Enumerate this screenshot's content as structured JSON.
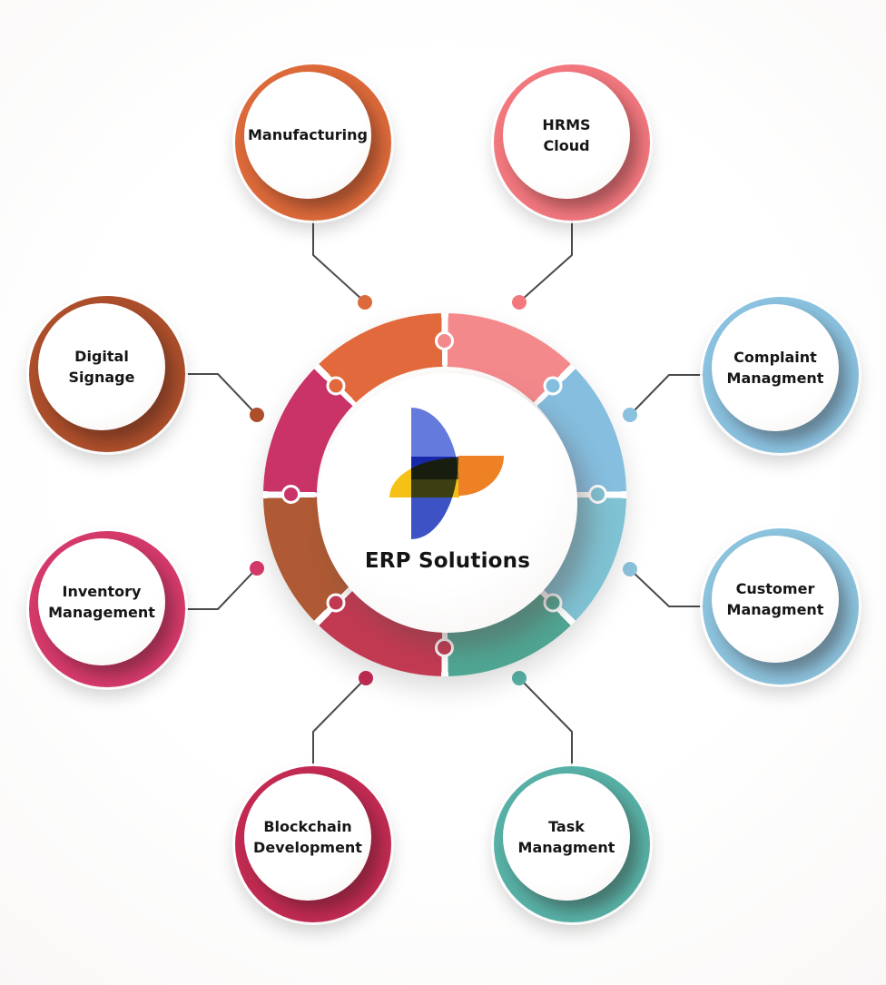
{
  "title": "ERP Solutions",
  "connector_color": "#4a4a4a",
  "center": {
    "label": "ERP Solutions",
    "segments": [
      {
        "name": "salmon-top-right",
        "color": "#f4898c"
      },
      {
        "name": "light-blue-upper-right",
        "color": "#85bedf"
      },
      {
        "name": "light-blue-lower-right",
        "color": "#7fc2d3"
      },
      {
        "name": "teal-bottom-right",
        "color": "#4fa693"
      },
      {
        "name": "crimson-bottom-left",
        "color": "#c23a52"
      },
      {
        "name": "brown-left-lower",
        "color": "#af5a34"
      },
      {
        "name": "magenta-left-upper",
        "color": "#ca3367"
      },
      {
        "name": "orange-top-left",
        "color": "#e2693b"
      }
    ],
    "logo_colors": {
      "yellow": "#f6c116",
      "orange": "#ef8125",
      "blue_light": "#4e68d8",
      "blue_dark": "#2c44c0"
    }
  },
  "satellites": [
    {
      "id": "manufacturing",
      "lines": [
        "Manufacturing"
      ],
      "color": "#dd6a3a"
    },
    {
      "id": "hrms-cloud",
      "lines": [
        "HRMS",
        "Cloud"
      ],
      "color": "#f2787e"
    },
    {
      "id": "complaint-managment",
      "lines": [
        "Complaint",
        "Managment"
      ],
      "color": "#8ac2e0"
    },
    {
      "id": "customer-managment",
      "lines": [
        "Customer",
        "Managment"
      ],
      "color": "#8cc3dd"
    },
    {
      "id": "task-managment",
      "lines": [
        "Task",
        "Managment"
      ],
      "color": "#58b1a6"
    },
    {
      "id": "blockchain-development",
      "lines": [
        "Blockchain",
        "Development"
      ],
      "color": "#c32b53"
    },
    {
      "id": "digital-signage",
      "lines": [
        "Digital",
        "Signage"
      ],
      "color": "#ad4f2b"
    },
    {
      "id": "inventory-management",
      "lines": [
        "Inventory",
        "Management"
      ],
      "color": "#d53a6b"
    }
  ]
}
